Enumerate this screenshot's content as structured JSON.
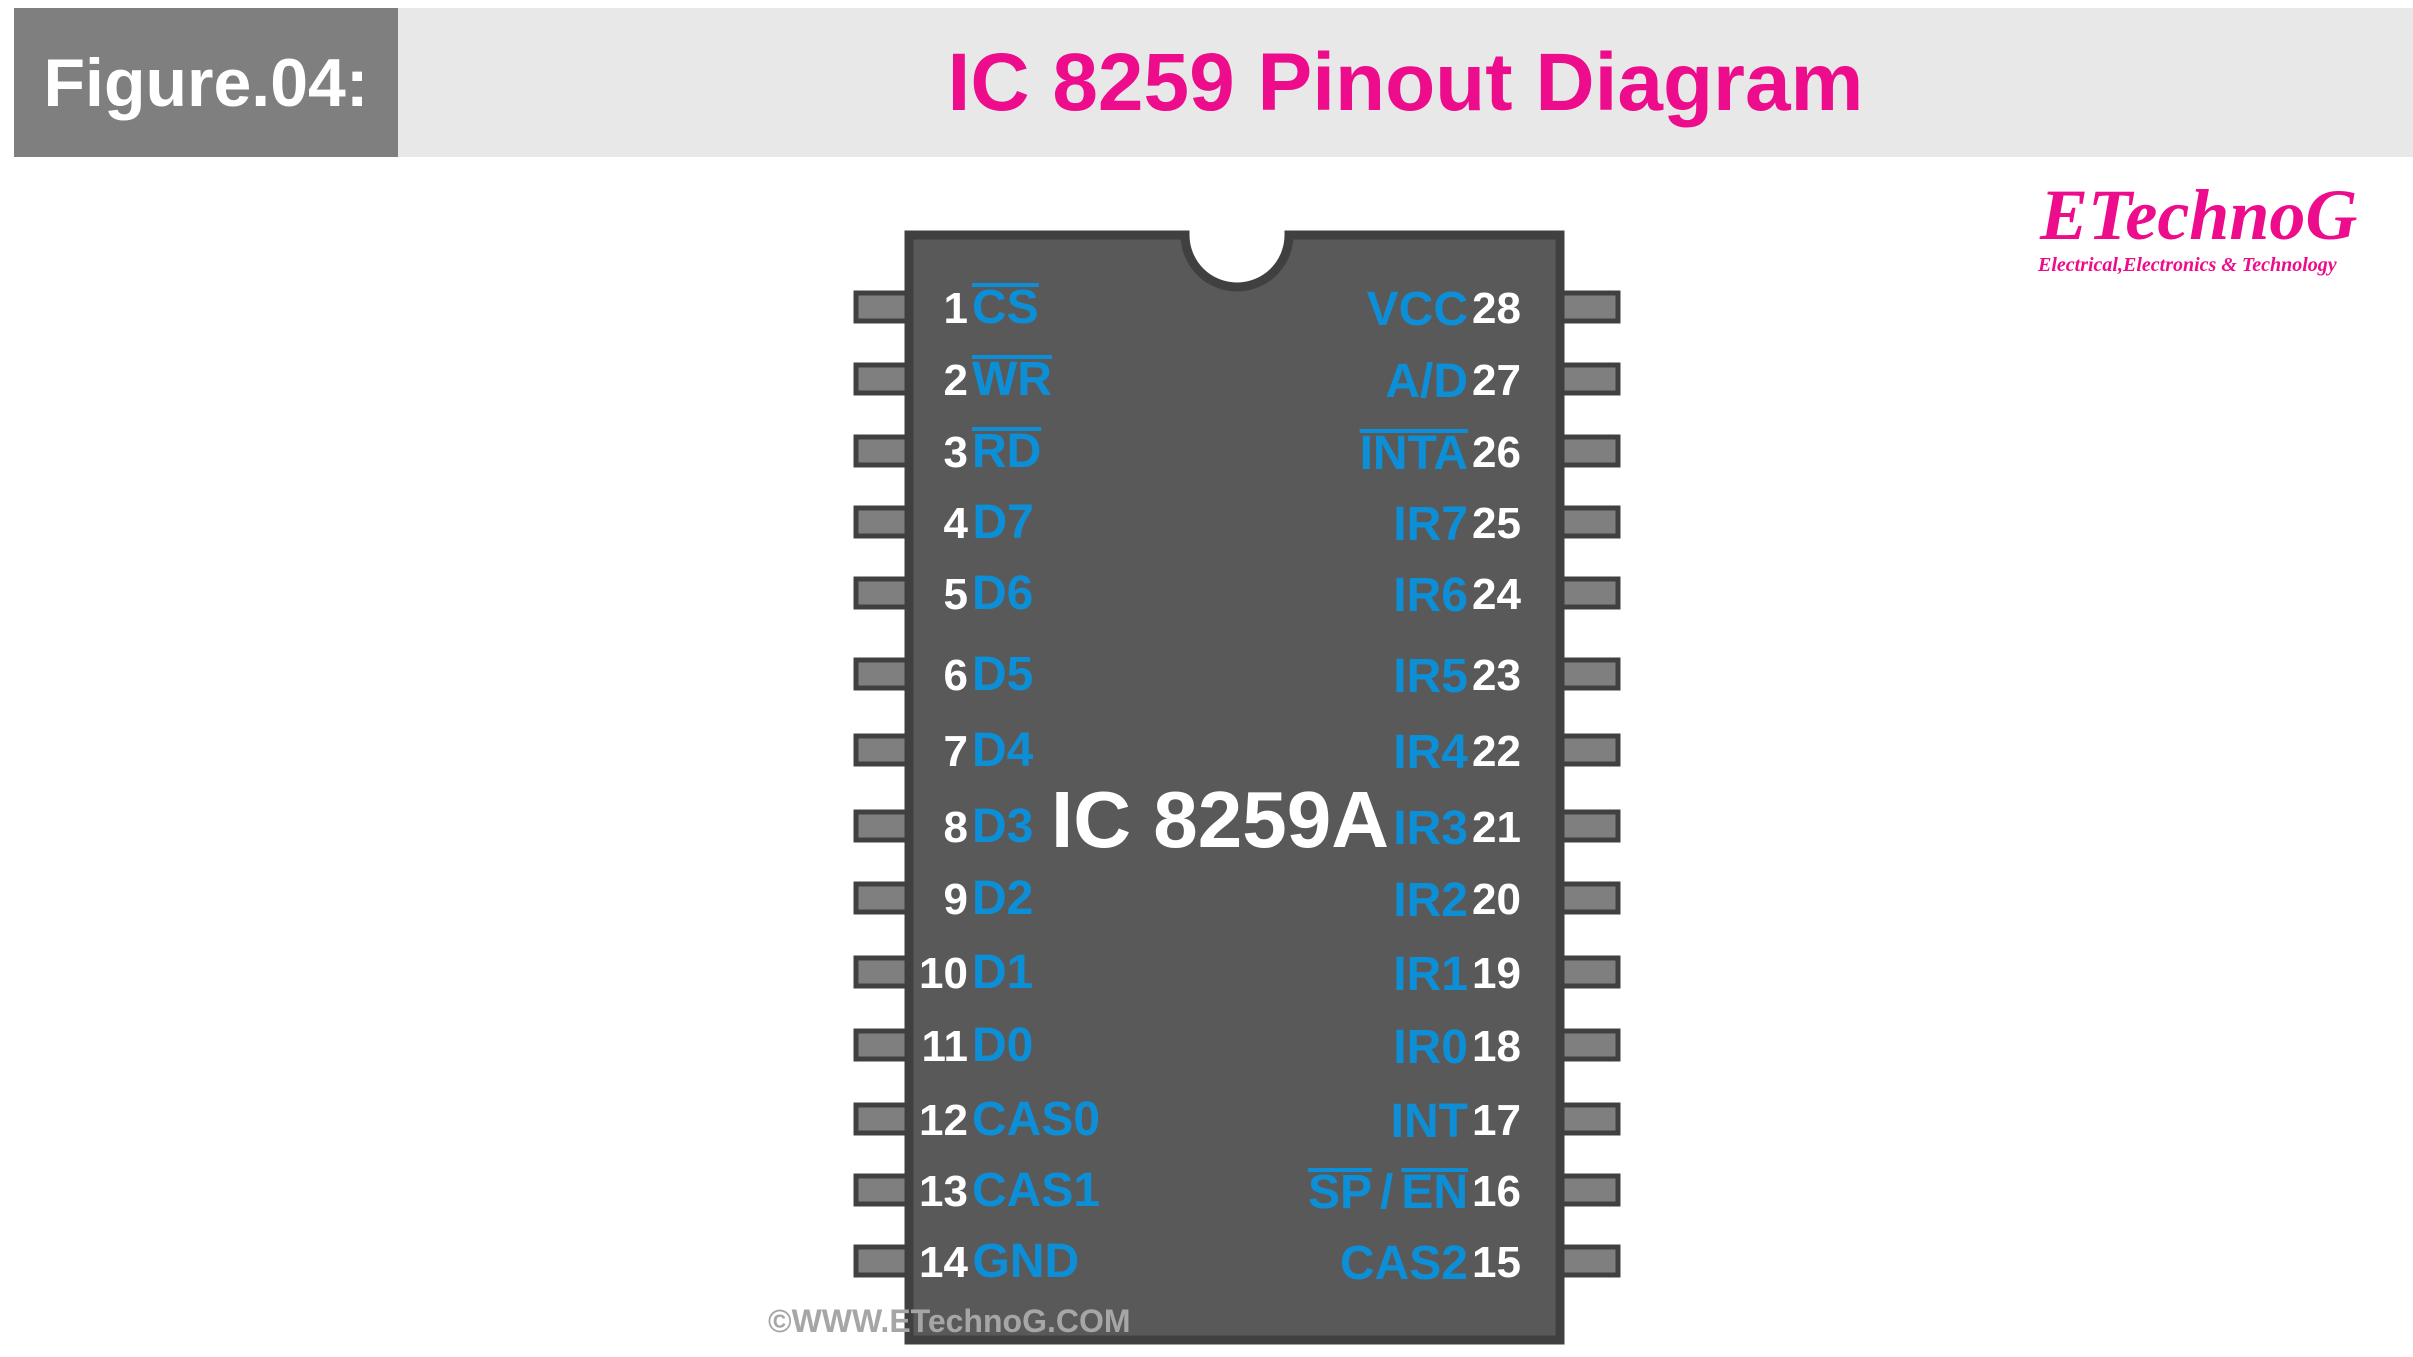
{
  "header": {
    "figure_label": "Figure.04:",
    "title": "IC 8259 Pinout Diagram"
  },
  "logo": {
    "name": "ETechnoG",
    "tagline": "Electrical,Electronics & Technology"
  },
  "chip": {
    "label": "IC 8259A",
    "body_color": "#595959",
    "outline_color": "#404040",
    "pin_number_color": "#ffffff",
    "pin_name_color": "#0c8fd6"
  },
  "pins": {
    "left": [
      {
        "number": "1",
        "name": "CS",
        "overline": true
      },
      {
        "number": "2",
        "name": "WR",
        "overline": true
      },
      {
        "number": "3",
        "name": "RD",
        "overline": true
      },
      {
        "number": "4",
        "name": "D7"
      },
      {
        "number": "5",
        "name": "D6"
      },
      {
        "number": "6",
        "name": "D5"
      },
      {
        "number": "7",
        "name": "D4"
      },
      {
        "number": "8",
        "name": "D3"
      },
      {
        "number": "9",
        "name": "D2"
      },
      {
        "number": "10",
        "name": "D1"
      },
      {
        "number": "11",
        "name": "D0"
      },
      {
        "number": "12",
        "name": "CAS0"
      },
      {
        "number": "13",
        "name": "CAS1"
      },
      {
        "number": "14",
        "name": "GND"
      }
    ],
    "right": [
      {
        "number": "28",
        "name": "VCC"
      },
      {
        "number": "27",
        "name": "A/D"
      },
      {
        "number": "26",
        "name": "INTA",
        "overline": true
      },
      {
        "number": "25",
        "name": "IR7"
      },
      {
        "number": "24",
        "name": "IR6"
      },
      {
        "number": "23",
        "name": "IR5"
      },
      {
        "number": "22",
        "name": "IR4"
      },
      {
        "number": "21",
        "name": "IR3"
      },
      {
        "number": "20",
        "name": "IR2"
      },
      {
        "number": "19",
        "name": "IR1"
      },
      {
        "number": "18",
        "name": "IR0"
      },
      {
        "number": "17",
        "name": "INT"
      },
      {
        "number": "16",
        "name": "SP / EN",
        "overline_parts": [
          "SP",
          "EN"
        ]
      },
      {
        "number": "15",
        "name": "CAS2"
      }
    ]
  },
  "copyright": "©WWW.ETechnoG.COM"
}
